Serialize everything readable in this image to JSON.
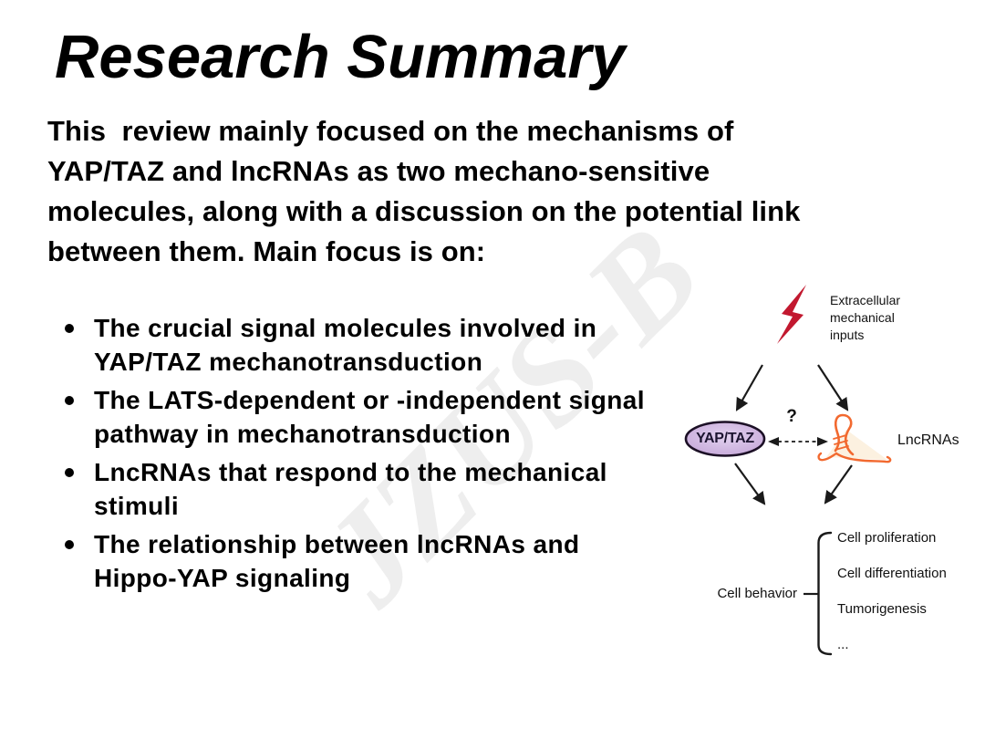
{
  "title": "Research Summary",
  "intro": "This  review mainly focused on the mechanisms of\nYAP/TAZ and lncRNAs as two mechano-sensitive\nmolecules, along with a discussion on the potential link\nbetween them. Main focus is on:",
  "bullets": [
    "The crucial signal molecules involved in\nYAP/TAZ mechanotransduction",
    "The LATS-dependent or -independent signal\npathway in mechanotransduction",
    "LncRNAs that respond to the mechanical\nstimuli",
    "The relationship between lncRNAs and\nHippo-YAP signaling"
  ],
  "watermark": {
    "text": "JZUS-B",
    "color": "#eeeeee"
  },
  "diagram": {
    "input_label": "Extracellular\nmechanical\ninputs",
    "yap_taz_label": "YAP/TAZ",
    "question_mark": "?",
    "lncrnas_label": "LncRNAs",
    "cell_behavior_label": "Cell behavior",
    "outcomes": [
      "Cell proliferation",
      "Cell differentiation",
      "Tumorigenesis",
      "..."
    ],
    "icons": {
      "lightning-bolt-icon": "extracellular mechanical inputs",
      "rna-hairpin-icon": "lncRNA molecule"
    },
    "colors": {
      "bolt": "#c2182f",
      "oval_fill": "#c7a8d9",
      "oval_fill_light": "#e3d3f0",
      "oval_border": "#1c1026",
      "rna_stroke": "#f2692f",
      "rna_fill": "#fbeeda",
      "arrow": "#1a1a1a"
    }
  }
}
